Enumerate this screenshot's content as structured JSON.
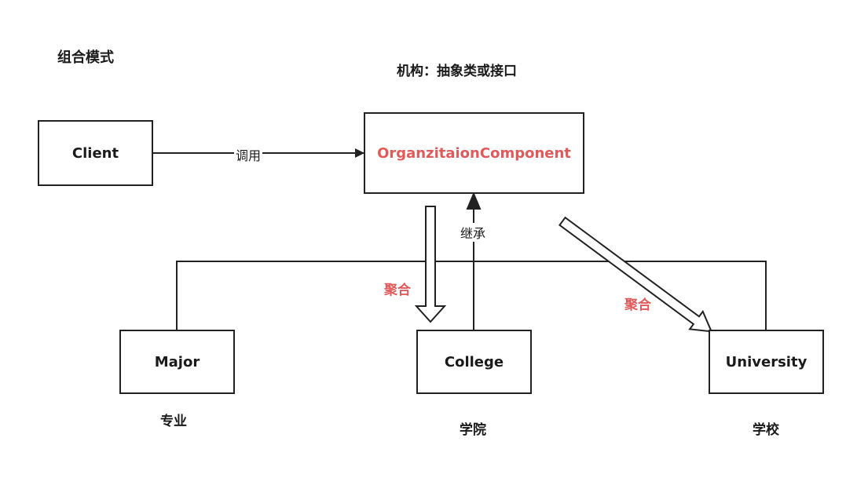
{
  "colors": {
    "stroke": "#222222",
    "accent": "#e05a5a",
    "text": "#1a1a1a"
  },
  "title": "组合模式",
  "component_caption": "机构：抽象类或接口",
  "nodes": {
    "client": "Client",
    "component": "OrganzitaionComponent",
    "major": "Major",
    "college": "College",
    "university": "University"
  },
  "captions": {
    "major": "专业",
    "college": "学院",
    "university": "学校"
  },
  "edges": {
    "call": "调用",
    "inherit": "继承",
    "aggregate_college": "聚合",
    "aggregate_university": "聚合"
  }
}
